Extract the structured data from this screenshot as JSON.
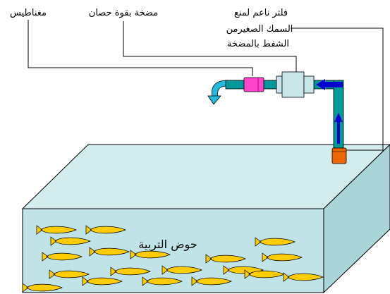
{
  "labels": {
    "magnet": "مغناطيس",
    "pump": "مضخة بقوة حصان",
    "filter_line1": "فلتر ناعم لمنع",
    "filter_line2": "السمك الصغيرمن",
    "filter_line3": "الشفط بالمضخة",
    "tank": "حوض التربية"
  },
  "colors": {
    "tank_front": "#bfe3e6",
    "tank_top": "#d3ecee",
    "tank_side": "#a9d4d8",
    "pipe": "#009999",
    "pump_body": "#c9e7ea",
    "magnet": "#ff44cc",
    "filter": "#ee6600",
    "arrow_blue": "#0000cc",
    "outflow_arrow": "#22bbdd",
    "fish": "#ffcc00"
  },
  "fish_count": 19
}
